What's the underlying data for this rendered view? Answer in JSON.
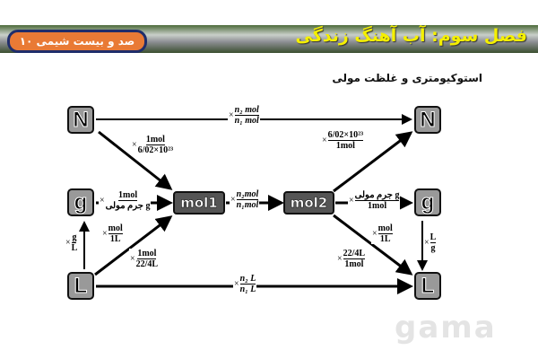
{
  "header": {
    "title": "فصل سوم: آب آهنگ زندگی",
    "badge": "صد و بیست شیمی ۱۰"
  },
  "subtitle": "استوکیومتری و غلظت مولی",
  "nodes": {
    "n_left": "N",
    "n_right": "N",
    "g_left": "g",
    "g_right": "g",
    "l_left": "L",
    "l_right": "L",
    "mol1": "mol1",
    "mol2": "mol2"
  },
  "factors": {
    "times": "×",
    "n_to_n": {
      "num": "n₂ mol",
      "den": "n₁ mol"
    },
    "n_to_mol1": {
      "num": "1mol",
      "den": "6/02×10²³"
    },
    "mol2_to_n": {
      "num": "6/02×10²³",
      "den": "1mol"
    },
    "g_to_mol1": {
      "num": "1mol",
      "den": "جرم مولی g"
    },
    "mol1_to_mol2": {
      "num": "n₂mol",
      "den": "n₁mol"
    },
    "mol2_to_g": {
      "num": "جرم مولی g",
      "den": "1mol"
    },
    "l_to_g": {
      "num": "g",
      "den": "L"
    },
    "l_to_mol1_conc": {
      "num": "mol",
      "den": "1L"
    },
    "l_to_mol1_gas": {
      "num": "1mol",
      "den": "22/4L"
    },
    "mol2_to_l_conc": {
      "num": "mol",
      "den": "1L"
    },
    "mol2_to_l_gas": {
      "num": "22/4L",
      "den": "1mol"
    },
    "g_to_l": {
      "num": "L",
      "den": "g"
    },
    "l_to_l": {
      "num": "n₂ L",
      "den": "n₁ L"
    }
  },
  "watermark": "gama",
  "colors": {
    "title": "#f5f000",
    "badge": "#e97a35",
    "node": "#999999",
    "mol": "#555555"
  }
}
